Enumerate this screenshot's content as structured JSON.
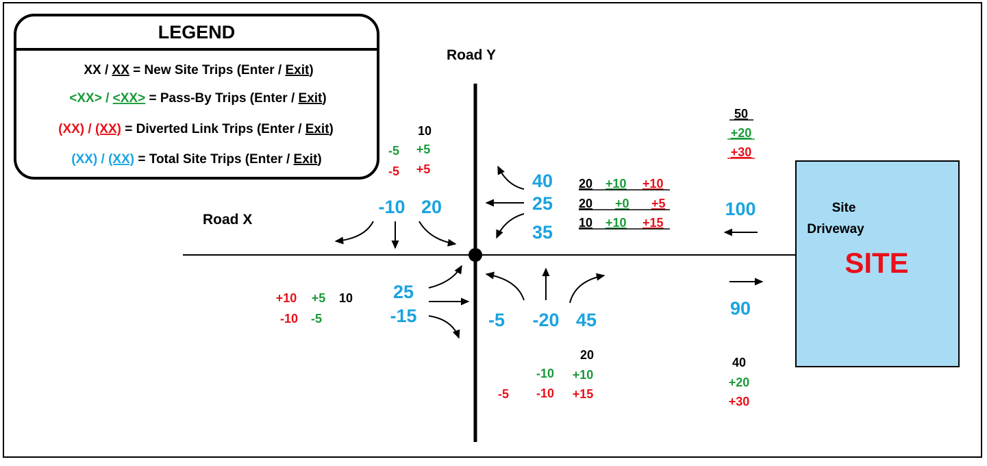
{
  "colors": {
    "black": "#000000",
    "green": "#1a9a38",
    "red": "#e8101a",
    "blue": "#1aa3e0",
    "site_fill": "#a8dcf4"
  },
  "legend": {
    "title": "LEGEND",
    "new": {
      "a": "XX / ",
      "b": "XX",
      "c": " = New Site Trips (Enter / ",
      "d": "Exit",
      "e": ")"
    },
    "passby": {
      "a": "<XX> / ",
      "b": "<XX>",
      "c": " = Pass-By Trips (Enter / ",
      "d": "Exit",
      "e": ")"
    },
    "diverted": {
      "a": "(XX) / ",
      "b": "(XX)",
      "c": " = Diverted Link Trips (Enter / ",
      "d": "Exit",
      "e": ")"
    },
    "total": {
      "a": "(XX) / ",
      "b": "(XX)",
      "c": " = Total Site Trips (Enter / ",
      "d": "Exit",
      "e": ")"
    }
  },
  "roads": {
    "road_y": "Road Y",
    "road_x": "Road X"
  },
  "site": {
    "driveway_line1": "Site",
    "driveway_line2": "Driveway",
    "label": "SITE"
  },
  "north": {
    "black": "10",
    "green_a": "-5",
    "green_b": "+5",
    "red_a": "-5",
    "red_b": "+5",
    "blue_left": "-10",
    "blue_thru": "20"
  },
  "east": {
    "blue_left": "40",
    "blue_thru": "25",
    "blue_right": "35",
    "row1": [
      "20",
      "+10",
      "+10"
    ],
    "row2": [
      "20",
      "+0",
      "+5"
    ],
    "row3": [
      "10",
      "+10",
      "+15"
    ]
  },
  "west": {
    "blue_in": "25",
    "blue_out": "-15",
    "red_a": "+10",
    "green_a": "+5",
    "black": "10",
    "red_b": "-10",
    "green_b": "-5"
  },
  "south": {
    "blue_left": "-5",
    "blue_thru": "-20",
    "blue_right": "45",
    "black": "20",
    "green_a": "-10",
    "green_b": "+10",
    "red_a": "-5",
    "red_b": "-10",
    "red_c": "+15"
  },
  "driveway": {
    "in_total": "100",
    "out_total": "90",
    "in_black": "50",
    "in_green": "+20",
    "in_red": "+30",
    "out_black": "40",
    "out_green": "+20",
    "out_red": "+30"
  }
}
